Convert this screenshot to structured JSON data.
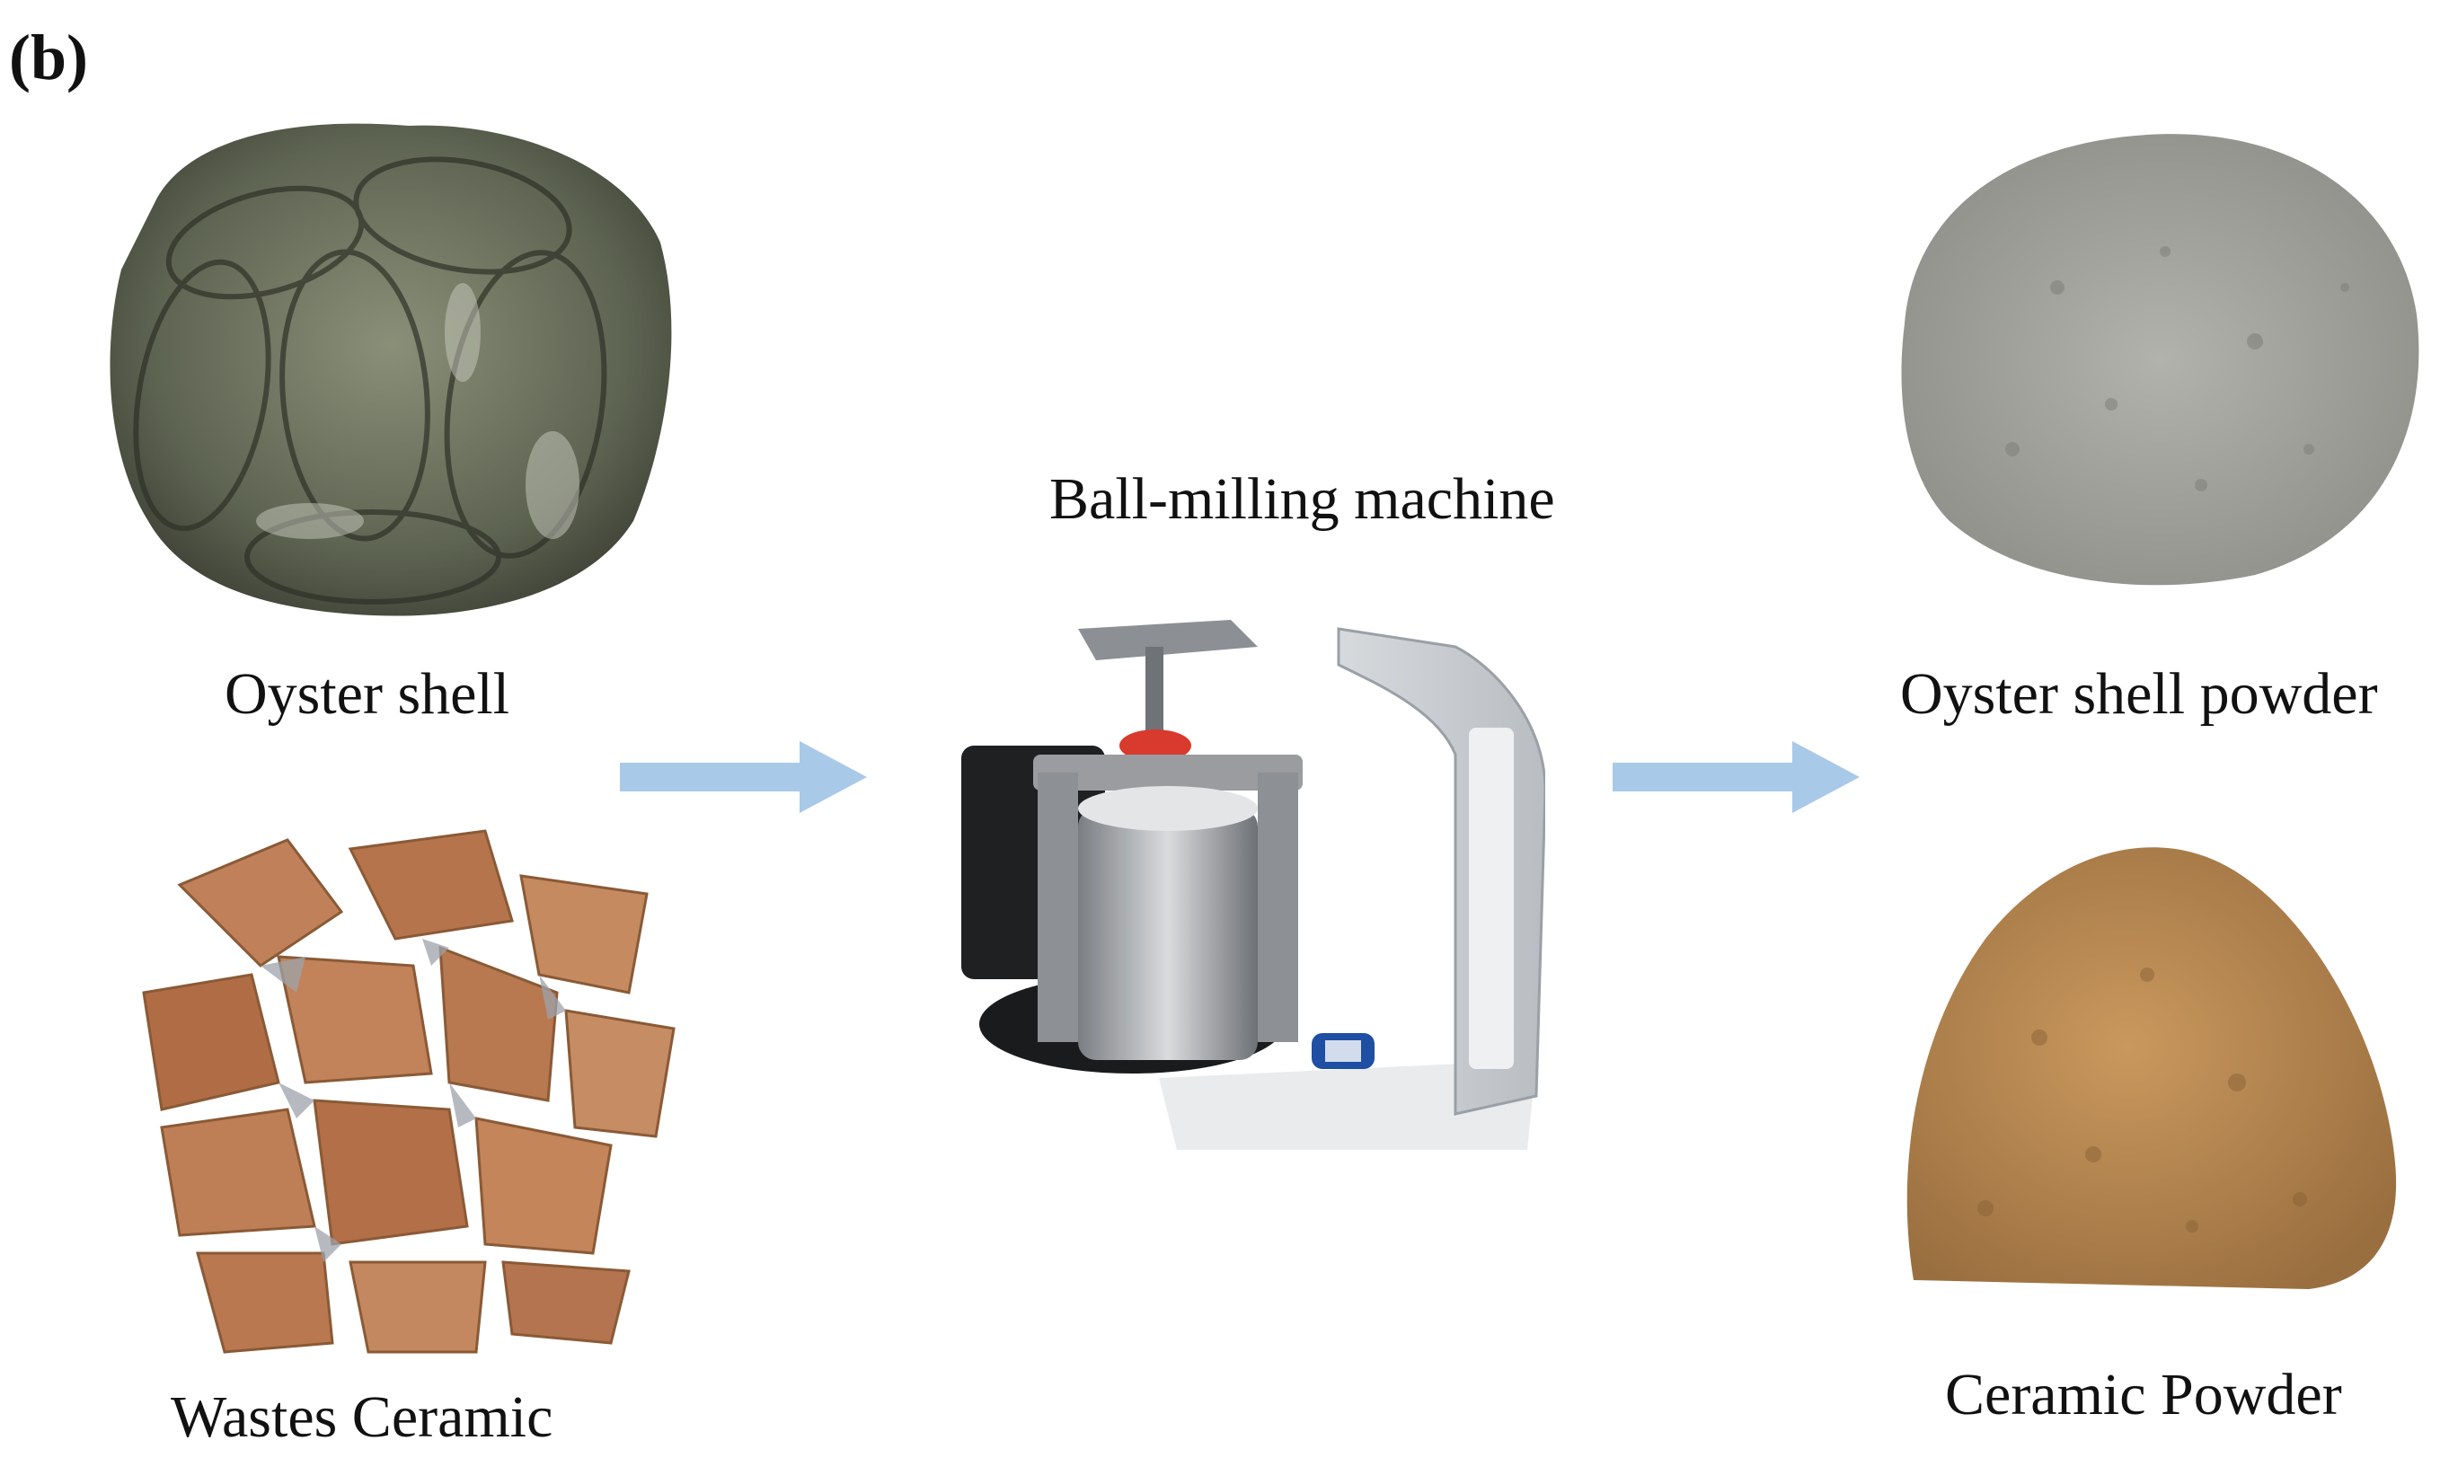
{
  "figure": {
    "panel_label": "(b)",
    "inputs": {
      "oyster_shell": "Oyster shell",
      "wastes_ceramic": "Wastes Ceramic"
    },
    "machine": {
      "title": "Ball-milling machine"
    },
    "outputs": {
      "oyster_shell_powder": "Oyster shell powder",
      "ceramic_powder": "Ceramic Powder"
    },
    "colors": {
      "arrow": "#a9c9e8",
      "shell": "#6f7560",
      "ceramic": "#b97a4e",
      "shell_powder": "#a3a39e",
      "ceramic_powder": "#b58752"
    },
    "icons": [
      "oyster-shell-photo",
      "ceramic-shards-photo",
      "ball-mill-photo",
      "shell-powder-photo",
      "ceramic-powder-photo",
      "right-arrow-icon"
    ]
  }
}
